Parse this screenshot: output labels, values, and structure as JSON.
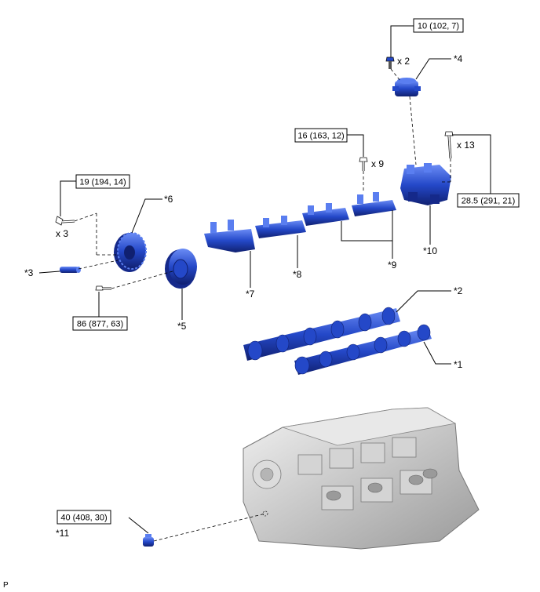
{
  "torque_specs": {
    "t1": "10 (102, 7)",
    "t2": "16 (163, 12)",
    "t3": "19 (194, 14)",
    "t4": "28.5 (291, 21)",
    "t5": "86 (877, 63)",
    "t6": "40 (408, 30)"
  },
  "quantities": {
    "q1": "x 2",
    "q2": "x 9",
    "q3": "x 13",
    "q4": "x 3"
  },
  "callouts": {
    "c1": "*1",
    "c2": "*2",
    "c3": "*3",
    "c4": "*4",
    "c5": "*5",
    "c6": "*6",
    "c7": "*7",
    "c8": "*8",
    "c9": "*9",
    "c10": "*10",
    "c11": "*11"
  },
  "corner_mark": "P",
  "colors": {
    "part_blue": "#2448c8",
    "part_blue_dark": "#15298a",
    "part_blue_light": "#5a7ef0",
    "line": "#000000",
    "engine_grey": "#c8c8c8"
  }
}
